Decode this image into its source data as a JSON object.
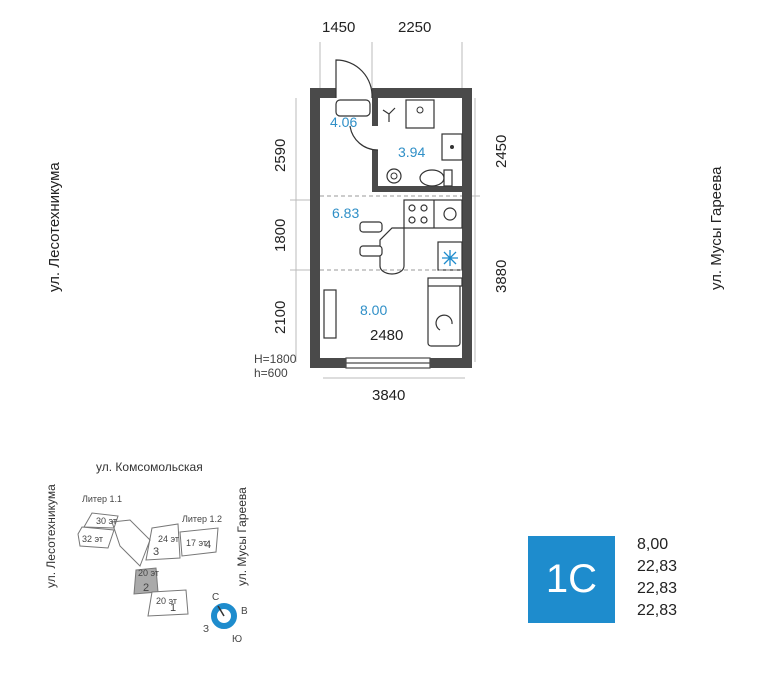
{
  "plan": {
    "top_dims": [
      "1450",
      "2250"
    ],
    "left_dims": [
      "2590",
      "1800",
      "2100"
    ],
    "right_dims": [
      "2450",
      "3880"
    ],
    "bottom_dim": "3840",
    "inner_dim": "2480",
    "window_note": [
      "H=1800",
      "h=600"
    ],
    "rooms": [
      "4.06",
      "3.94",
      "6.83",
      "8.00"
    ]
  },
  "streets": {
    "left": "ул. Лесотехникума",
    "right": "ул. Мусы Гареева"
  },
  "site_map": {
    "street_top": "ул. Комсомольская",
    "street_left": "ул. Лесотехникума",
    "street_right": "ул. Мусы Гареева",
    "litera_1_1": "Литер 1.1",
    "litera_1_2": "Литер 1.2",
    "floors": [
      "30 эт",
      "32 эт",
      "24 эт",
      "17 эт",
      "20 эт",
      "20 эт"
    ],
    "sections": [
      "3",
      "4",
      "2",
      "1"
    ],
    "compass": [
      "С",
      "В",
      "З",
      "Ю"
    ]
  },
  "apartment": {
    "type": "1С",
    "areas": [
      "8,00",
      "22,83",
      "22,83",
      "22,83"
    ],
    "badge_color": "#1e8ccd"
  }
}
